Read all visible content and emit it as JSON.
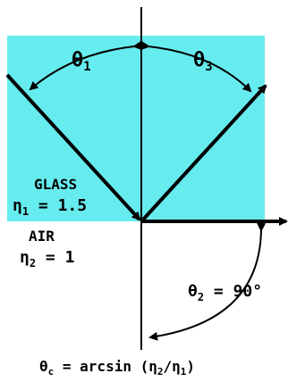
{
  "colors": {
    "glass": "#66ECEF",
    "line": "#000000",
    "background": "#FFFFFF"
  },
  "labels": {
    "theta1": {
      "sym": "θ",
      "sub": "1"
    },
    "theta3": {
      "sym": "θ",
      "sub": "3"
    },
    "glass": {
      "name": "GLASS",
      "eta_sym": "η",
      "eta_sub": "1",
      "eta_rest": " = 1.5"
    },
    "air": {
      "name": "AIR",
      "eta_sym": "η",
      "eta_sub": "2",
      "eta_rest": " = 1"
    },
    "theta2": {
      "sym": "θ",
      "sub": "2",
      "rest": " = 90°"
    },
    "formula": {
      "sym": "θ",
      "sub": "c",
      "mid": " = arcsin (",
      "eta_a": "η",
      "sub_a": "2",
      "slash": "/",
      "eta_b": "η",
      "sub_b": "1",
      "end": ")"
    }
  }
}
